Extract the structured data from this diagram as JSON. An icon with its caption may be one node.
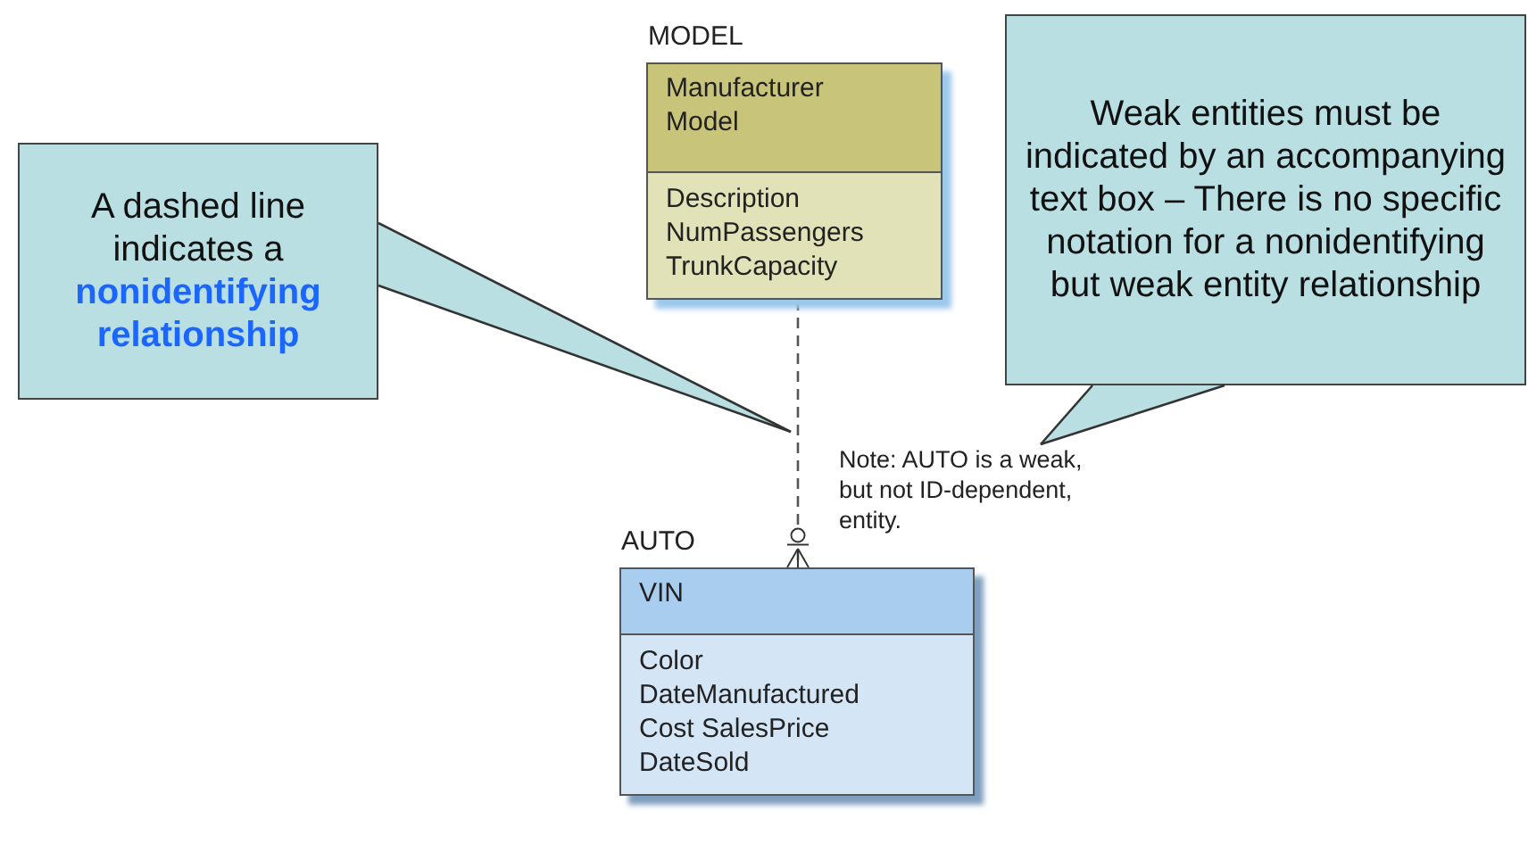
{
  "diagram": {
    "nodes": [
      {
        "text": [
          "MODEL",
          "Manufacturer Model",
          "Description NumPassengers TrunkCapacity"
        ]
      },
      {
        "text": [
          "AUTO",
          "VIN",
          "Color DateManufactured Cost SalesPrice DateSold"
        ]
      },
      {
        "text": [
          "Note: AUTO is a weak, but not ID-dependent, entity."
        ]
      },
      {
        "text": [
          "A dashed line indicates a **nonidentifying relationship**"
        ]
      },
      {
        "text": [
          "Weak entities must be indicated by an accompanying text box – There is no specific notation for a nonidentifying but weak entity relationship"
        ]
      }
    ],
    "edges": [
      {
        "from": 0,
        "to": 1,
        "arrow": "other",
        "style": "dashed"
      },
      {
        "from": 3,
        "to": null,
        "arrow": "none"
      },
      {
        "from": 4,
        "to": 2,
        "arrow": "none"
      }
    ]
  }
}
